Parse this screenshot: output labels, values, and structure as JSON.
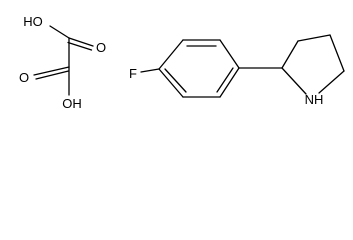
{
  "structure": {
    "oxalic_acid": {
      "atoms": {
        "oh_top": "HO",
        "o_top": "O",
        "o_bottom": "O",
        "oh_bottom": "OH"
      }
    },
    "fluorophenyl_pyrrolidine": {
      "atoms": {
        "fluorine": "F",
        "amine": "NH"
      }
    }
  }
}
